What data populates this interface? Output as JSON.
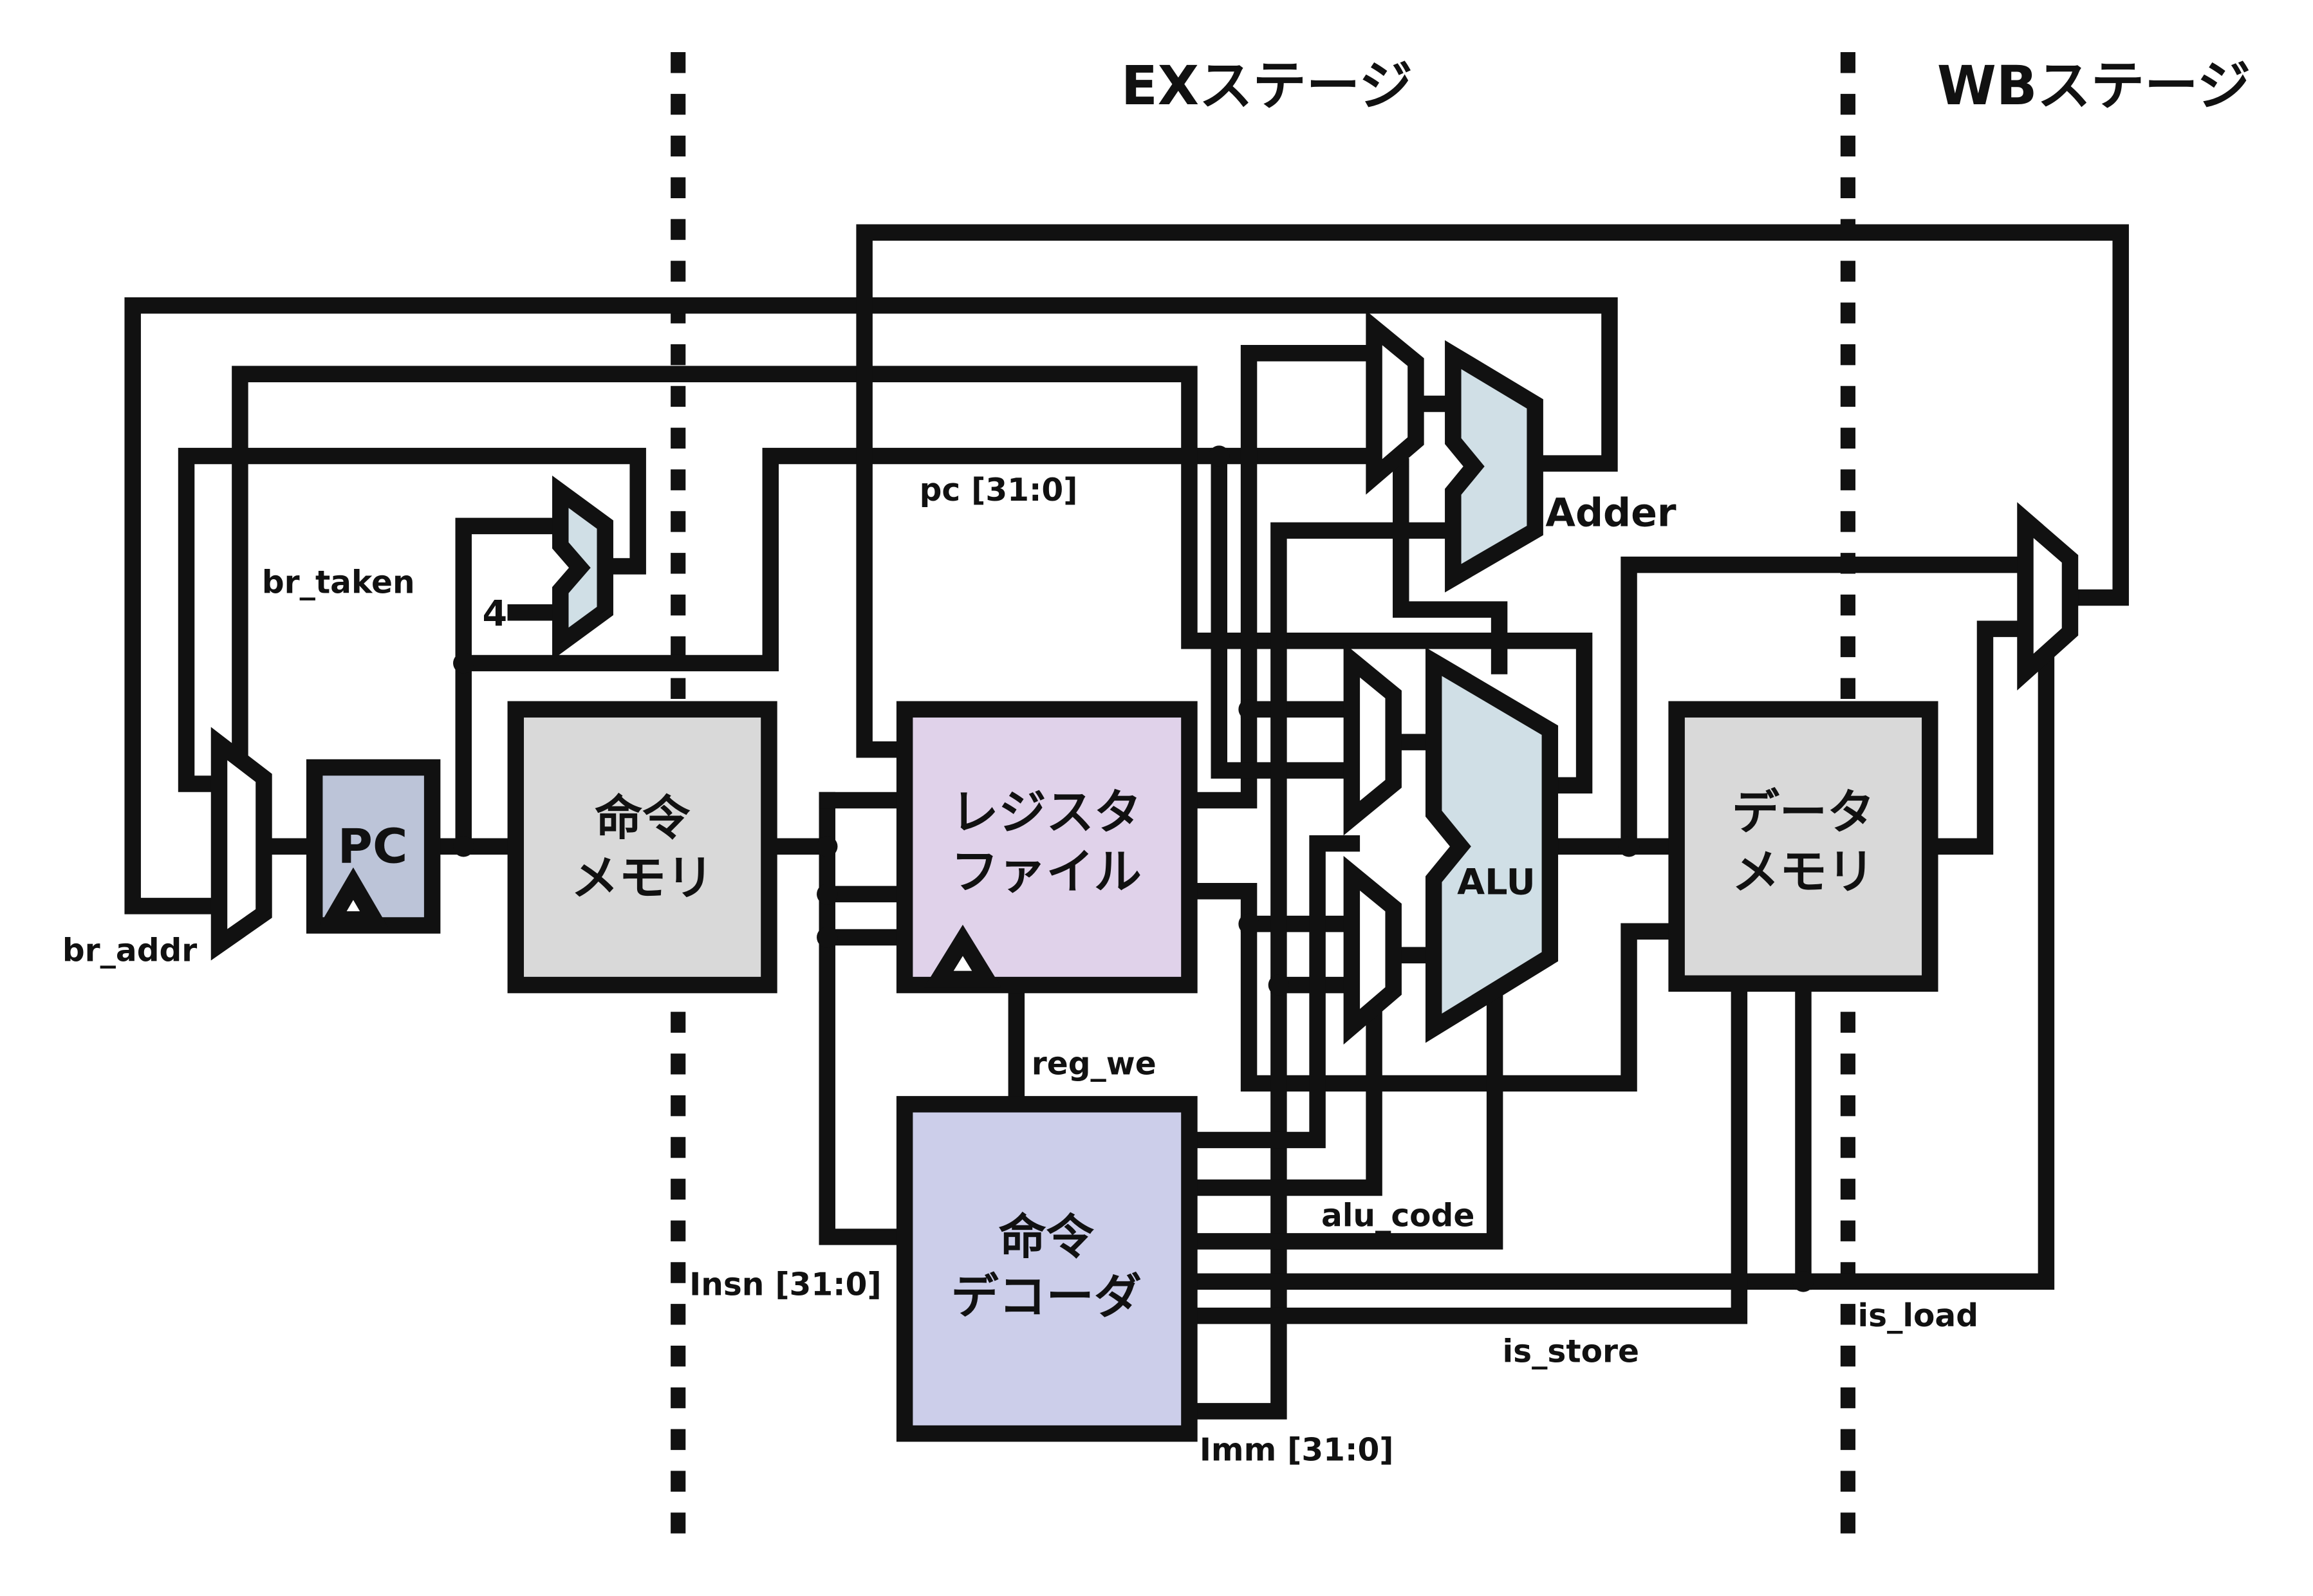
{
  "stages": {
    "ex": "EXステージ",
    "wb": "WBステージ"
  },
  "blocks": {
    "pc": {
      "label": "PC"
    },
    "imem": {
      "line1": "命令",
      "line2": "メモリ"
    },
    "regfile": {
      "line1": "レジスタ",
      "line2": "ファイル"
    },
    "decoder": {
      "line1": "命令",
      "line2": "デコーダ"
    },
    "alu": {
      "label": "ALU"
    },
    "adder": {
      "label": "Adder"
    },
    "dmem": {
      "line1": "データ",
      "line2": "メモリ"
    }
  },
  "signals": {
    "pc": "pc [31:0]",
    "br_taken": "br_taken",
    "br_addr": "br_addr",
    "four": "4",
    "insn": "Insn [31:0]",
    "reg_we": "reg_we",
    "alu_code": "alu_code",
    "is_store": "is_store",
    "is_load": "is_load",
    "imm": "Imm [31:0]"
  },
  "colors": {
    "pc": "#bcc4d8",
    "imem": "#d9d9d9",
    "regfile": "#e0d2ea",
    "decoder": "#ccceea",
    "alu": "#d0dfe6",
    "adder": "#d0dfe6",
    "dmem": "#d9d9d9"
  }
}
